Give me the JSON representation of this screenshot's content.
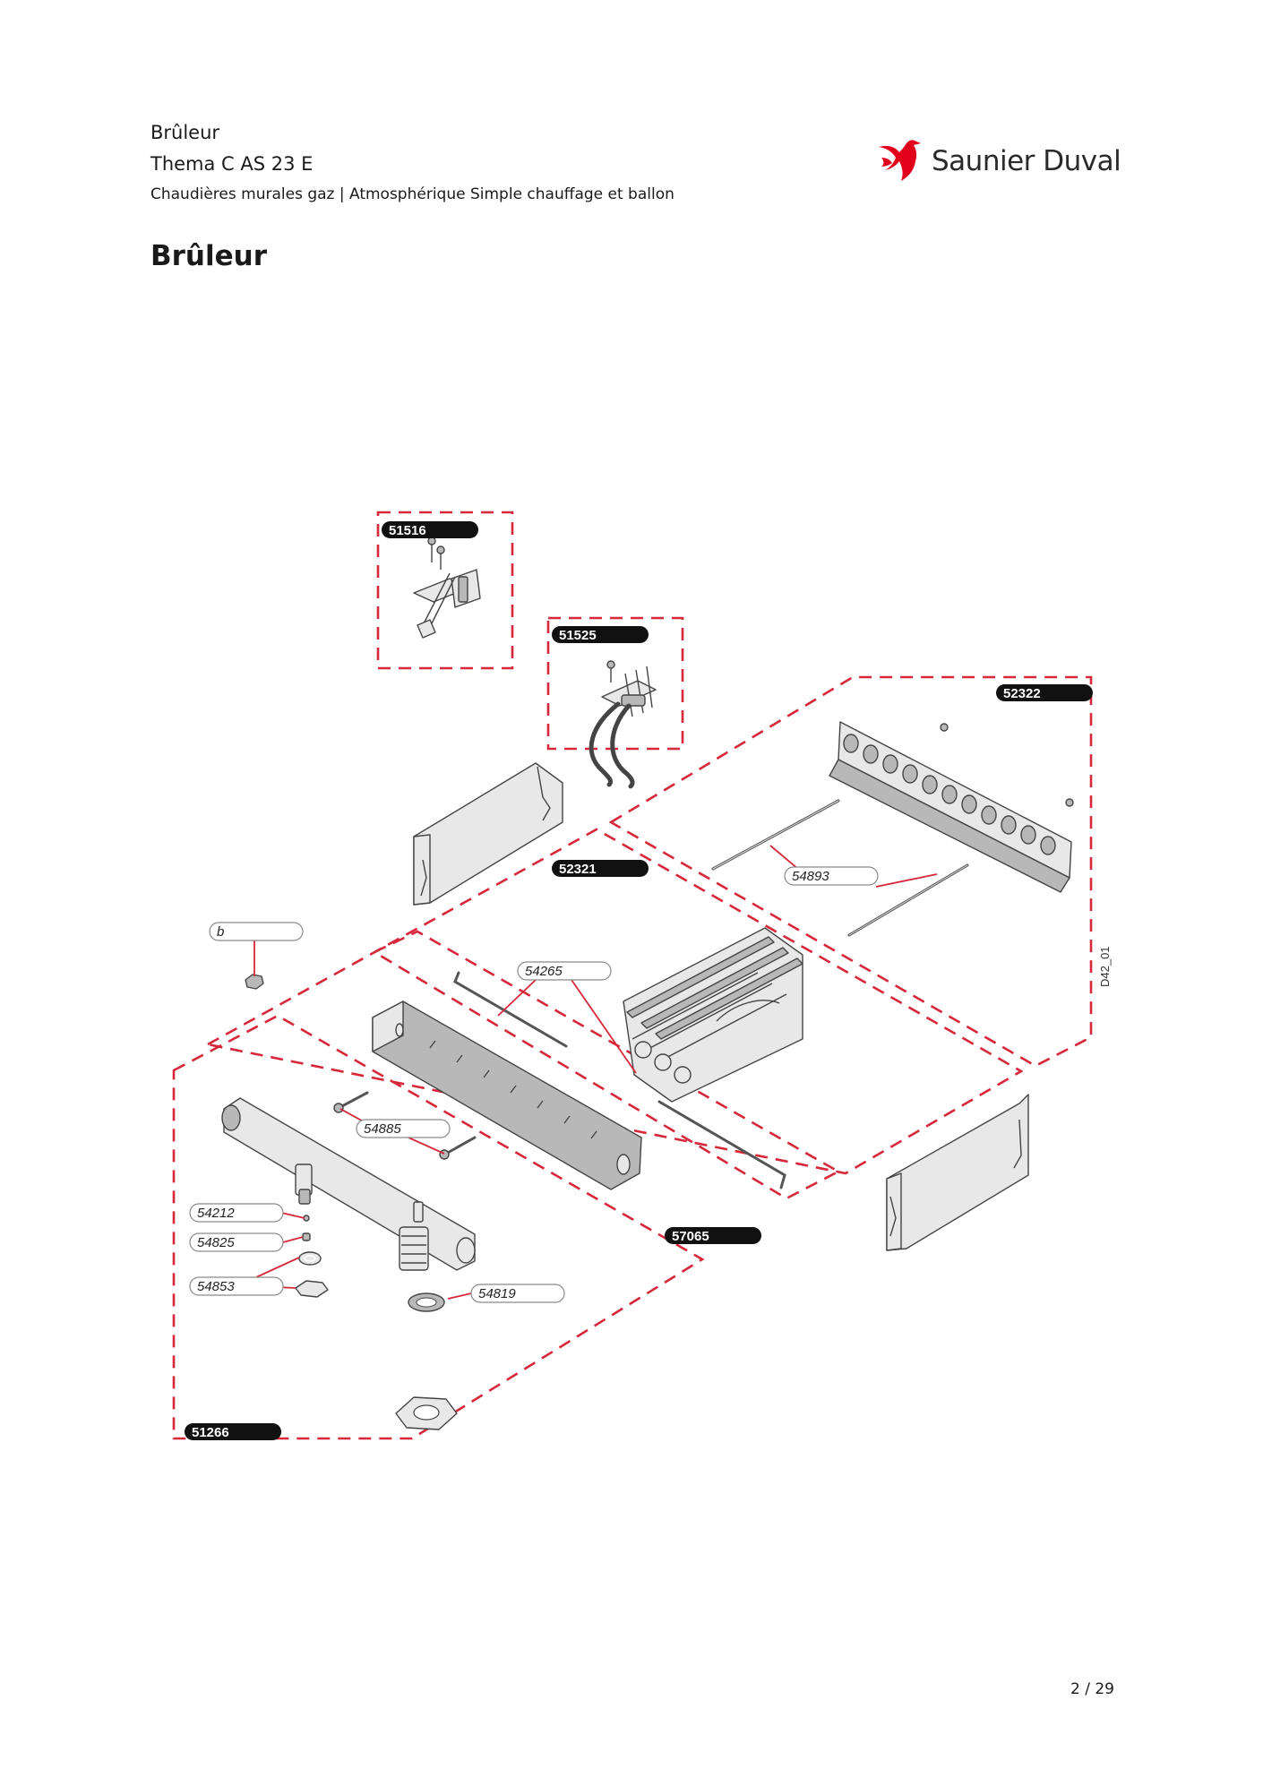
{
  "header": {
    "category": "Brûleur",
    "model": "Thema C AS 23 E",
    "subtitle": "Chaudières murales gaz | Atmosphérique Simple chauffage et ballon"
  },
  "page_heading": "Brûleur",
  "brand": {
    "name": "Saunier Duval",
    "color": "#e2001a"
  },
  "diagram": {
    "drawing_ref": "D42_01",
    "group_codes": [
      "51516",
      "51525",
      "52322",
      "52321",
      "57065",
      "51266"
    ],
    "part_codes": [
      "54893",
      "54265",
      "54885",
      "54212",
      "54825",
      "54853",
      "54819"
    ],
    "detail_letters": [
      "b"
    ]
  },
  "footer": {
    "page_number": "2 / 29"
  },
  "colors": {
    "dashed_outline": "#d6283a",
    "part_fill": "#e8e8e8",
    "part_stroke": "#444444"
  }
}
